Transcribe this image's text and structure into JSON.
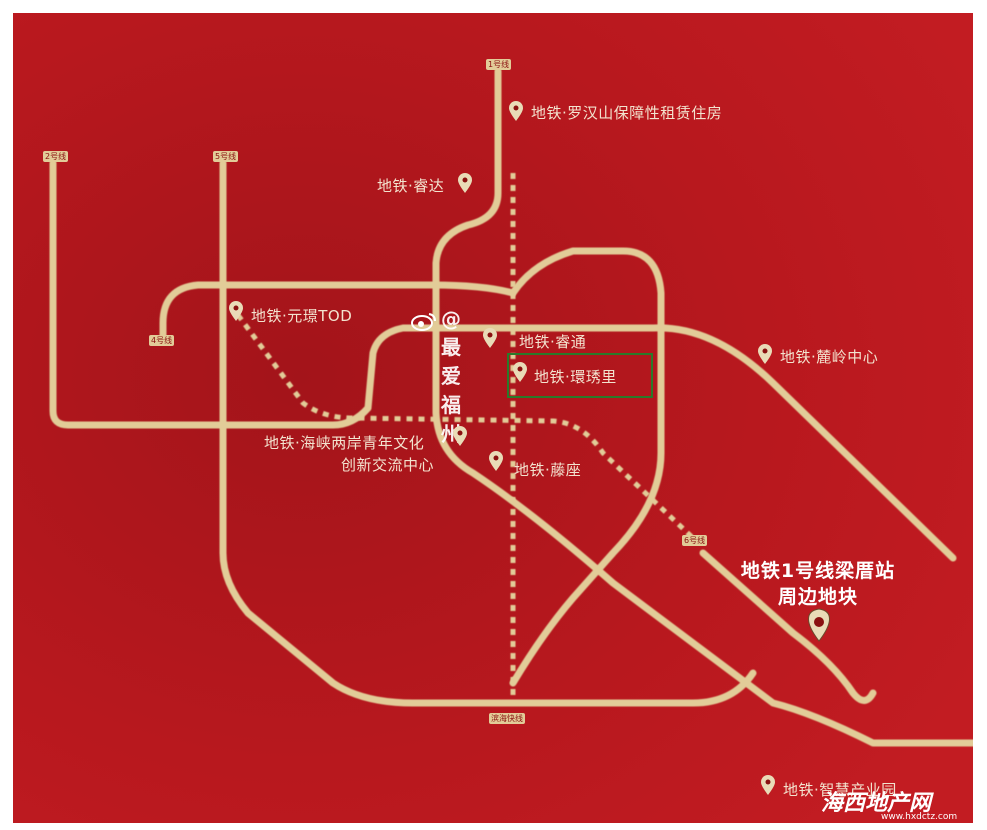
{
  "colors": {
    "background": "#b5161c",
    "line": "#e2cc98",
    "highlight": "#2a7a2a"
  },
  "line_tags": {
    "l1": "1号线",
    "l2": "2号线",
    "l5": "5号线",
    "l4": "4号线",
    "l6": "6号线",
    "binhai": "滨海快线"
  },
  "stations": {
    "luohanshan": "地铁·罗汉山保障性租赁住房",
    "ruida": "地铁·睿达",
    "yuanhuan": "地铁·元璟TOD",
    "ruitong": "地铁·睿通",
    "huanxiuli": "地铁·環琇里",
    "lulingzhongxin": "地铁·麓岭中心",
    "haixia_line1": "地铁·海峡两岸青年文化",
    "haixia_line2": "创新交流中心",
    "tengzuo": "地铁·藤座",
    "zhihui": "地铁·智慧产业园"
  },
  "featured": {
    "line1": "地铁1号线梁厝站",
    "line2": "周边地块"
  },
  "watermark": "@最爱福州",
  "logo": {
    "text": "海西地产网",
    "url": "www.hxdctz.com"
  },
  "icons": {
    "pin": "location-pin-icon",
    "weibo": "weibo-icon"
  }
}
